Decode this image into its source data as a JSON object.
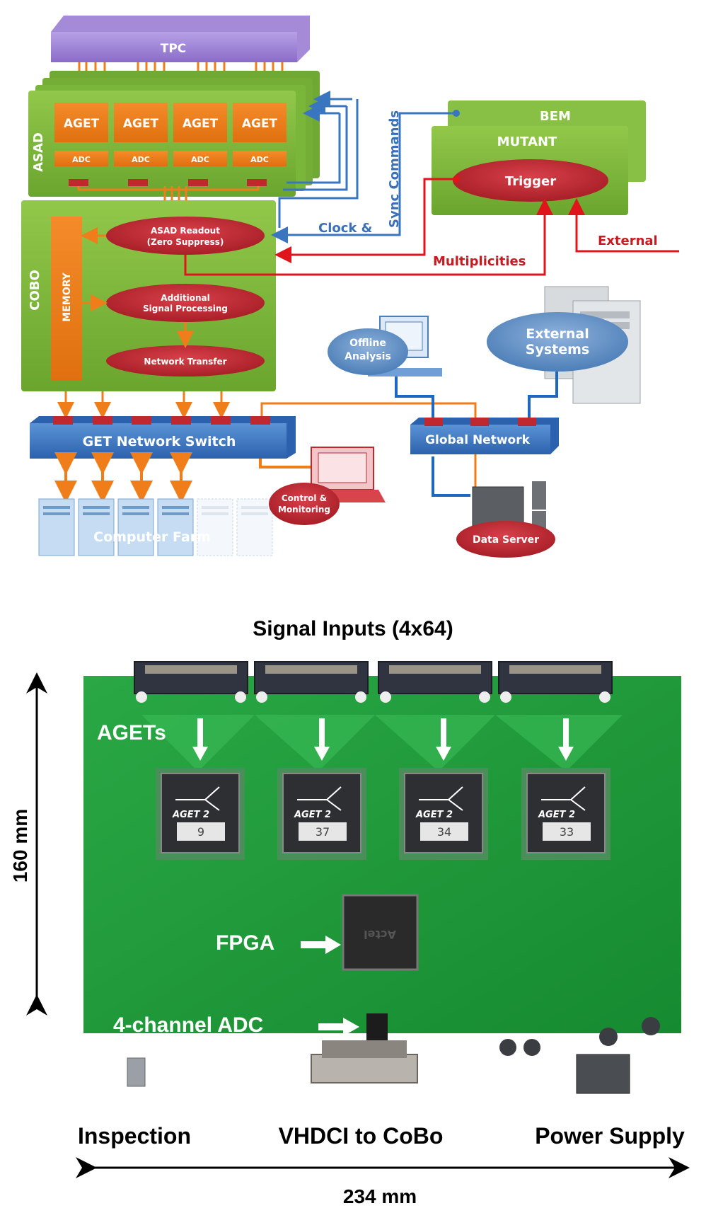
{
  "diagram": {
    "tpc": "TPC",
    "asad": {
      "label": "ASAD",
      "aget_chips": [
        "AGET",
        "AGET",
        "AGET",
        "AGET"
      ],
      "adcs": [
        "ADC",
        "ADC",
        "ADC",
        "ADC"
      ]
    },
    "cobo": {
      "label": "COBO",
      "memory": "MEMORY",
      "asad_readout_line1": "ASAD Readout",
      "asad_readout_line2": "(Zero Suppress)",
      "signal_processing_line1": "Additional",
      "signal_processing_line2": "Signal Processing",
      "network_transfer": "Network Transfer"
    },
    "bem": "BEM",
    "mutant": "MUTANT",
    "trigger": "Trigger",
    "clock_sync_label": "Clock & Sync Commands",
    "multiplicities_label": "Multiplicities",
    "external_label": "External",
    "get_network_switch": "GET Network Switch",
    "computer_farm": "Computer Farm",
    "control_monitoring_line1": "Control &",
    "control_monitoring_line2": "Monitoring",
    "offline_analysis_line1": "Offline",
    "offline_analysis_line2": "Analysis",
    "external_systems_line1": "External",
    "external_systems_line2": "Systems",
    "global_network": "Global Network",
    "data_server": "Data Server"
  },
  "photo": {
    "title": "Signal Inputs (4x64)",
    "agets_label": "AGETs",
    "chip_marking": "AGET 2",
    "chip_numbers": [
      "9",
      "37",
      "34",
      "33"
    ],
    "fpga_label": "FPGA",
    "adc_label": "4-channel ADC",
    "height_dim": "160 mm",
    "width_dim": "234 mm",
    "connectors": [
      "Inspection",
      "VHDCI to CoBo",
      "Power Supply"
    ]
  },
  "colors": {
    "green": "#7dbb3a",
    "orange": "#ef7d1a",
    "red": "#c0282f",
    "blue": "#3a76c0",
    "purple": "#9b7fd1",
    "pcb": "#1f9a3a"
  }
}
